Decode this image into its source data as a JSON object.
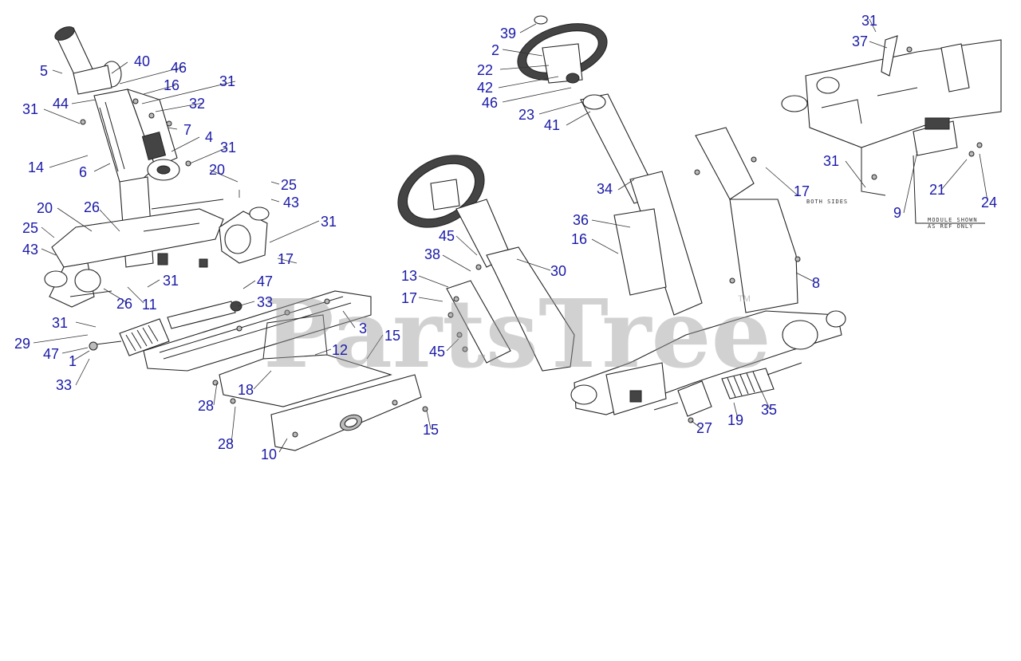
{
  "watermark": {
    "text": "PartsTree",
    "trademark": "TM"
  },
  "notes": {
    "both_sides": "BOTH SIDES",
    "module_shown_line1": "MODULE SHOWN",
    "module_shown_line2": "AS REF ONLY"
  },
  "callouts": {
    "c5": "5",
    "c40": "40",
    "c46a": "46",
    "c16a": "16",
    "c31a": "31",
    "c44": "44",
    "c31b": "31",
    "c32": "32",
    "c7": "7",
    "c4": "4",
    "c31c": "31",
    "c14": "14",
    "c6": "6",
    "c20a": "20",
    "c25a": "25",
    "c43a": "43",
    "c20b": "20",
    "c26a": "26",
    "c31d": "31",
    "c25b": "25",
    "c43b": "43",
    "c17a": "17",
    "c31e": "31",
    "c47a": "47",
    "c26b": "26",
    "c11": "11",
    "c33a": "33",
    "c31f": "31",
    "c3": "3",
    "c15a": "15",
    "c29": "29",
    "c12": "12",
    "c47b": "47",
    "c1": "1",
    "c33b": "33",
    "c18": "18",
    "c28a": "28",
    "c15b": "15",
    "c28b": "28",
    "c10": "10",
    "c39": "39",
    "c2": "2",
    "c22": "22",
    "c42": "42",
    "c46b": "46",
    "c23": "23",
    "c41": "41",
    "c34": "34",
    "c17b": "17",
    "c36": "36",
    "c16b": "16",
    "c45a": "45",
    "c38": "38",
    "c30": "30",
    "c13": "13",
    "c17c": "17",
    "c45b": "45",
    "c8": "8",
    "c27": "27",
    "c19": "19",
    "c35": "35",
    "c31g": "31",
    "c37": "37",
    "c31h": "31",
    "c21": "21",
    "c24": "24",
    "c9": "9"
  }
}
